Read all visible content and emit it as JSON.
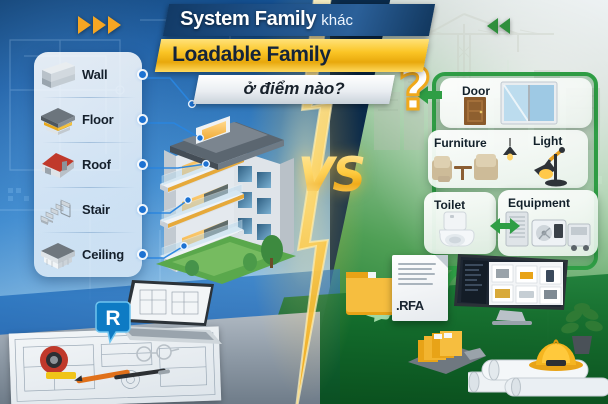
{
  "title": {
    "line1_main": "System Family",
    "line1_sub": "khác",
    "line2": "Loadable Family",
    "line3": "ở điểm nào?",
    "question_mark": "?"
  },
  "colors": {
    "navy_band": "#1d4f86",
    "gold_band": "#fbc525",
    "white_band": "#eaeef2",
    "green_accent": "#2f9e45",
    "blue_node": "#1d72d2",
    "orange_arrow": "#f5a623",
    "vs_gold": "#ffd24a"
  },
  "left_panel": {
    "name": "System Family list",
    "items": [
      {
        "label": "Wall",
        "icon": "wall-icon"
      },
      {
        "label": "Floor",
        "icon": "floor-icon"
      },
      {
        "label": "Roof",
        "icon": "roof-icon"
      },
      {
        "label": "Stair",
        "icon": "stair-icon"
      },
      {
        "label": "Ceiling",
        "icon": "ceiling-icon"
      }
    ]
  },
  "right_panel": {
    "name": "Loadable Family list",
    "items": [
      {
        "label": "Door",
        "icon": "door-icon"
      },
      {
        "label": "Furniture",
        "icon": "sofa-icon"
      },
      {
        "label": "Light",
        "icon": "desk-lamp-icon"
      },
      {
        "label": "Toilet",
        "icon": "toilet-icon"
      },
      {
        "label": "Equipment",
        "icon": "hvac-unit-icon"
      }
    ]
  },
  "center": {
    "vs_label": "VS",
    "building_alt": "3d-building-render"
  },
  "bottom": {
    "file_extension": ".RFA",
    "revit_logo": "R",
    "laptop": "laptop-cad-drawing",
    "monitor": "family-library-browser",
    "hard_hat": "hard-hat-icon",
    "blueprint_rolls": "blueprint-rolls"
  },
  "decor": {
    "orange_arrows": [
      "▶",
      "▶",
      "▶"
    ],
    "green_arrows": [
      "◀",
      "◀"
    ]
  }
}
